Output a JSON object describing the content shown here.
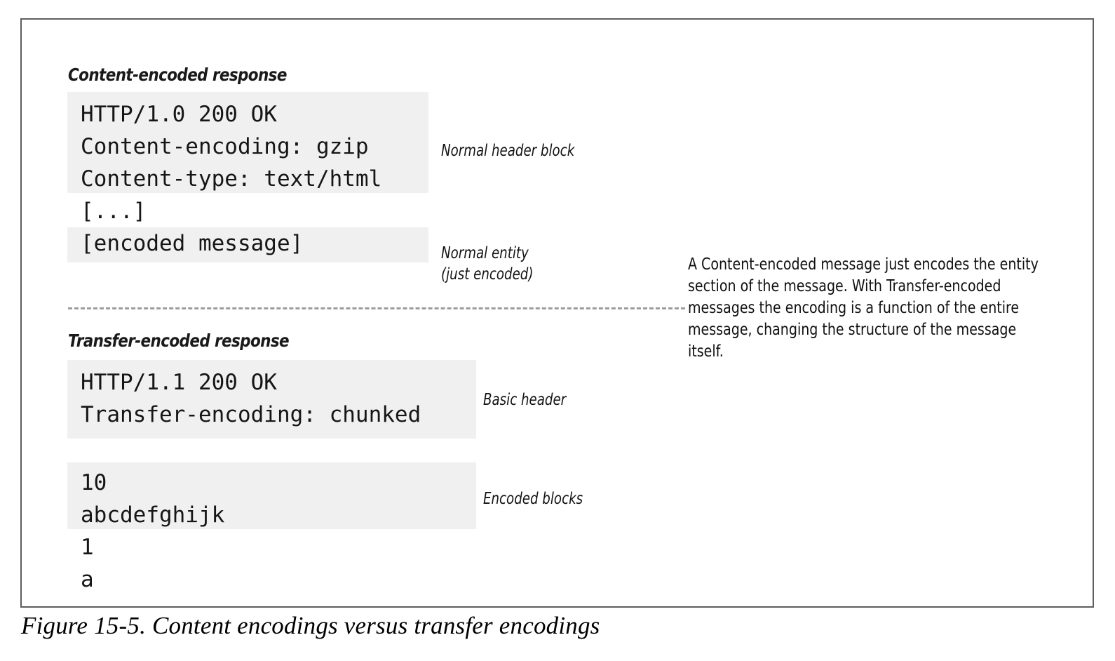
{
  "figure": {
    "caption": "Figure 15-5. Content encodings versus transfer encodings",
    "border_color": "#5e5e5e",
    "highlight_color": "#f0f0f0",
    "divider_color": "#9d9d9d"
  },
  "content_encoded": {
    "heading": "Content-encoded response",
    "highlighted_header_lines": "HTTP/1.0 200 OK\nContent-encoding: gzip\nContent-type: text/html",
    "plain_line": "[...]",
    "highlighted_entity_line": "[encoded message]",
    "full_text": "HTTP/1.0 200 OK\nContent-encoding: gzip\nContent-type: text/html\n[...]\n[encoded message]",
    "callouts": {
      "header_block": "Normal header block",
      "entity": "Normal entity\n(just encoded)"
    }
  },
  "transfer_encoded": {
    "heading": "Transfer-encoded response",
    "header_lines": "HTTP/1.1 200 OK\nTransfer-encoding: chunked",
    "block_lines": "10\nabcdefghijk\n1\na",
    "highlighted_block_lines": "10\nabcdefghijk",
    "plain_block_lines": "1\na",
    "callouts": {
      "basic_header": "Basic header",
      "encoded_blocks": "Encoded blocks"
    }
  },
  "explanation": {
    "text": "A Content-encoded message just encodes the entity section of the message. With Transfer-encoded messages the encoding is a function of the entire message, changing the structure of the message itself."
  }
}
